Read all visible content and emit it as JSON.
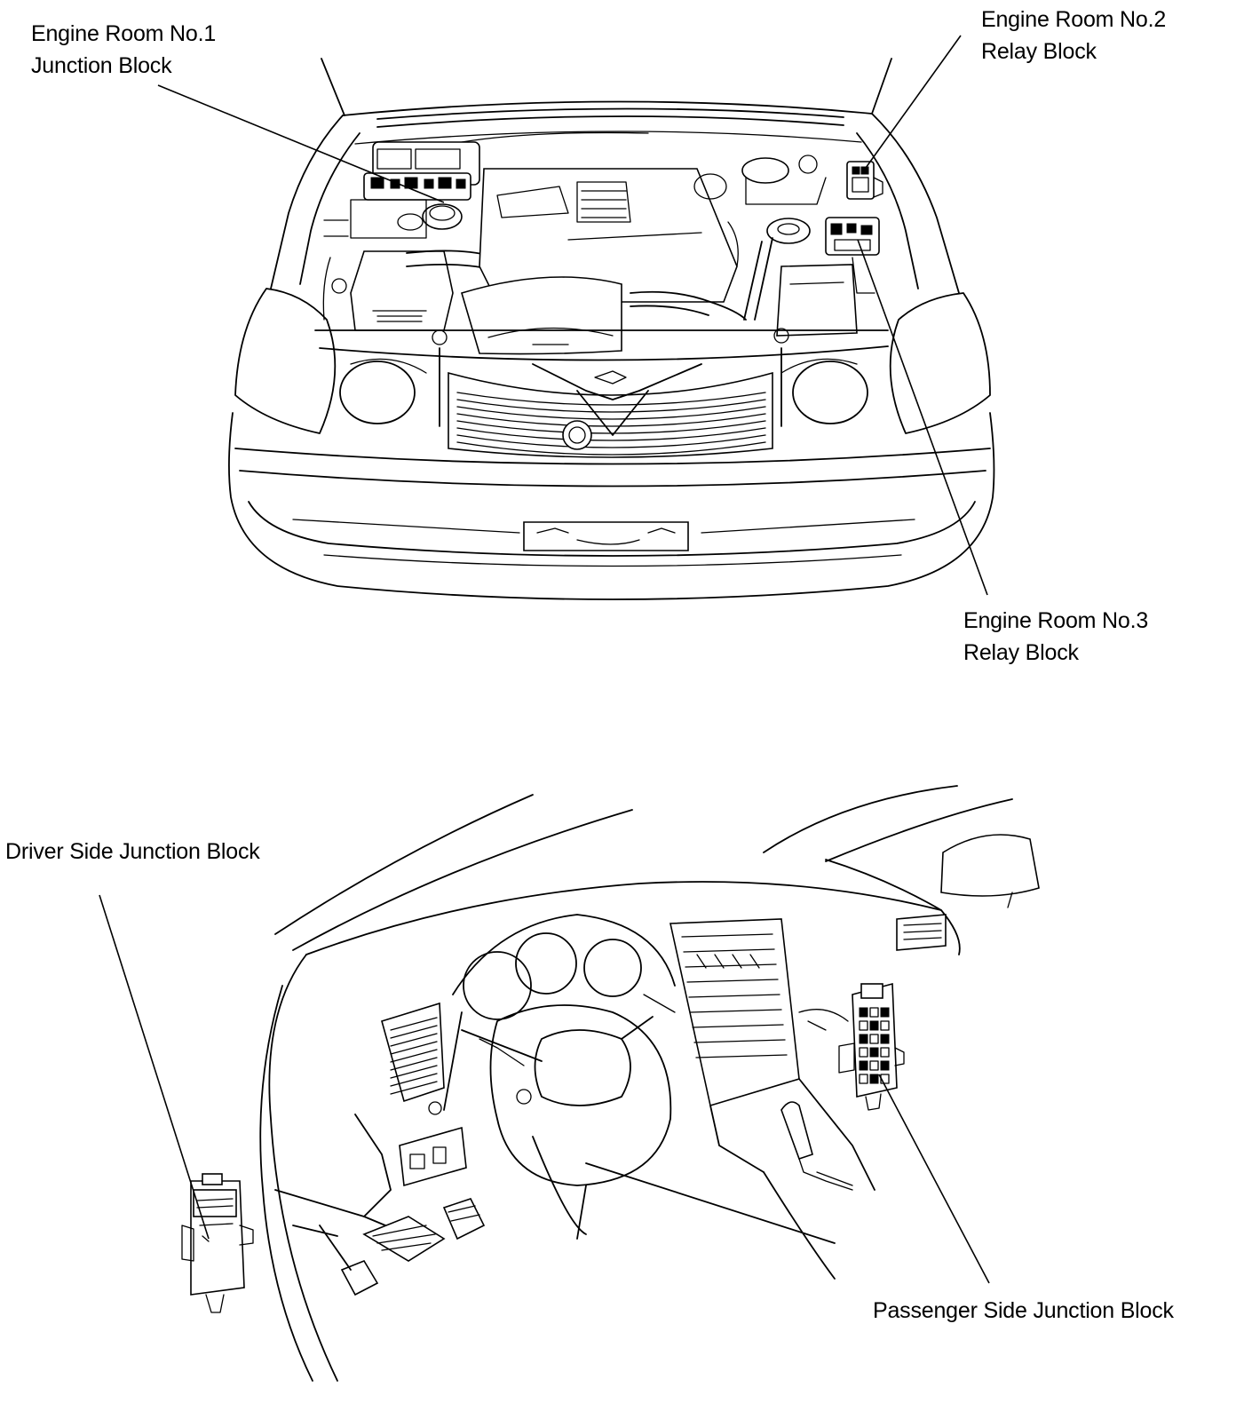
{
  "labels": {
    "engine_room_no1": {
      "line1": "Engine Room No.1",
      "line2": "Junction Block"
    },
    "engine_room_no2": {
      "line1": "Engine Room No.2",
      "line2": "Relay Block"
    },
    "engine_room_no3": {
      "line1": "Engine Room No.3",
      "line2": "Relay Block"
    },
    "driver_side": "Driver Side Junction Block",
    "passenger_side": "Passenger Side Junction Block"
  }
}
